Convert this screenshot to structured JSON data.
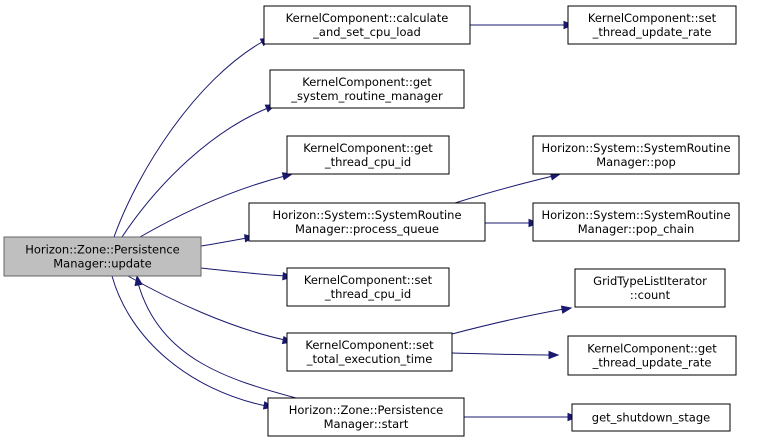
{
  "graph": {
    "edge_color": "#191970",
    "root_fill": "#bfbfbf",
    "nodes": [
      {
        "id": "update",
        "lines": [
          "Horizon::Zone::Persistence",
          "Manager::update"
        ],
        "root": true
      },
      {
        "id": "calc",
        "lines": [
          "KernelComponent::calculate",
          "_and_set_cpu_load"
        ]
      },
      {
        "id": "set_rate",
        "lines": [
          "KernelComponent::set",
          "_thread_update_rate"
        ]
      },
      {
        "id": "get_srm",
        "lines": [
          "KernelComponent::get",
          "_system_routine_manager"
        ]
      },
      {
        "id": "get_cpu",
        "lines": [
          "KernelComponent::get",
          "_thread_cpu_id"
        ]
      },
      {
        "id": "pop",
        "lines": [
          "Horizon::System::SystemRoutine",
          "Manager::pop"
        ]
      },
      {
        "id": "pq",
        "lines": [
          "Horizon::System::SystemRoutine",
          "Manager::process_queue"
        ]
      },
      {
        "id": "pop_chain",
        "lines": [
          "Horizon::System::SystemRoutine",
          "Manager::pop_chain"
        ]
      },
      {
        "id": "set_cpu",
        "lines": [
          "KernelComponent::set",
          "_thread_cpu_id"
        ]
      },
      {
        "id": "grid",
        "lines": [
          "GridTypeListIterator",
          "::count"
        ]
      },
      {
        "id": "set_exec",
        "lines": [
          "KernelComponent::set",
          "_total_execution_time"
        ]
      },
      {
        "id": "get_rate",
        "lines": [
          "KernelComponent::get",
          "_thread_update_rate"
        ]
      },
      {
        "id": "start",
        "lines": [
          "Horizon::Zone::Persistence",
          "Manager::start"
        ]
      },
      {
        "id": "shutdown",
        "lines": [
          "get_shutdown_stage"
        ]
      }
    ],
    "edges": [
      {
        "from": "update",
        "to": "calc"
      },
      {
        "from": "update",
        "to": "get_srm"
      },
      {
        "from": "update",
        "to": "get_cpu"
      },
      {
        "from": "update",
        "to": "pq"
      },
      {
        "from": "update",
        "to": "set_cpu"
      },
      {
        "from": "update",
        "to": "set_exec"
      },
      {
        "from": "update",
        "to": "start"
      },
      {
        "from": "calc",
        "to": "set_rate"
      },
      {
        "from": "pq",
        "to": "pop"
      },
      {
        "from": "pq",
        "to": "pop_chain"
      },
      {
        "from": "set_exec",
        "to": "grid"
      },
      {
        "from": "set_exec",
        "to": "get_rate"
      },
      {
        "from": "start",
        "to": "update"
      },
      {
        "from": "start",
        "to": "shutdown"
      }
    ]
  }
}
